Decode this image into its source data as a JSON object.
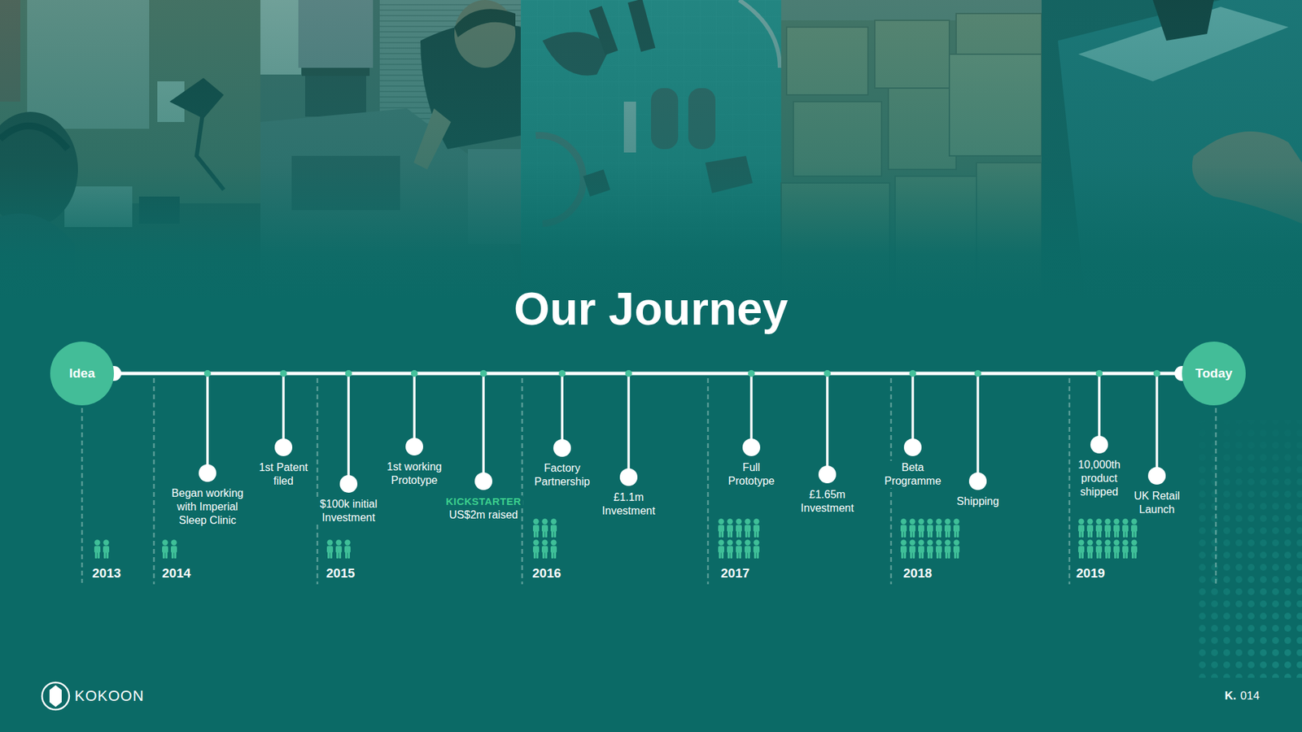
{
  "diagram": {
    "title": "Our Journey",
    "nodes": [
      {
        "text": [
          "Idea"
        ]
      },
      {
        "text": [
          "Began working with Imperial Sleep Clinic"
        ]
      },
      {
        "text": [
          "1st Patent filed"
        ]
      },
      {
        "text": [
          "$100k initial Investment"
        ]
      },
      {
        "text": [
          "1st working Prototype"
        ]
      },
      {
        "text": [
          "KICKSTARTER",
          "US$2m raised"
        ]
      },
      {
        "text": [
          "Factory Partnership"
        ]
      },
      {
        "text": [
          "£1.1m Investment"
        ]
      },
      {
        "text": [
          "Full Prototype"
        ]
      },
      {
        "text": [
          "£1.65m Investment"
        ]
      },
      {
        "text": [
          "Beta Programme"
        ]
      },
      {
        "text": [
          "Shipping"
        ]
      },
      {
        "text": [
          "10,000th product shipped"
        ]
      },
      {
        "text": [
          "UK Retail Launch"
        ]
      },
      {
        "text": [
          "Today"
        ]
      }
    ],
    "edges": [
      {
        "from": 0,
        "to": 14,
        "arrow": "none"
      }
    ],
    "labels": [
      "2013",
      "2014",
      "2015",
      "2016",
      "2017",
      "2018",
      "2019",
      "KOKOON",
      "K.",
      "014"
    ]
  }
}
